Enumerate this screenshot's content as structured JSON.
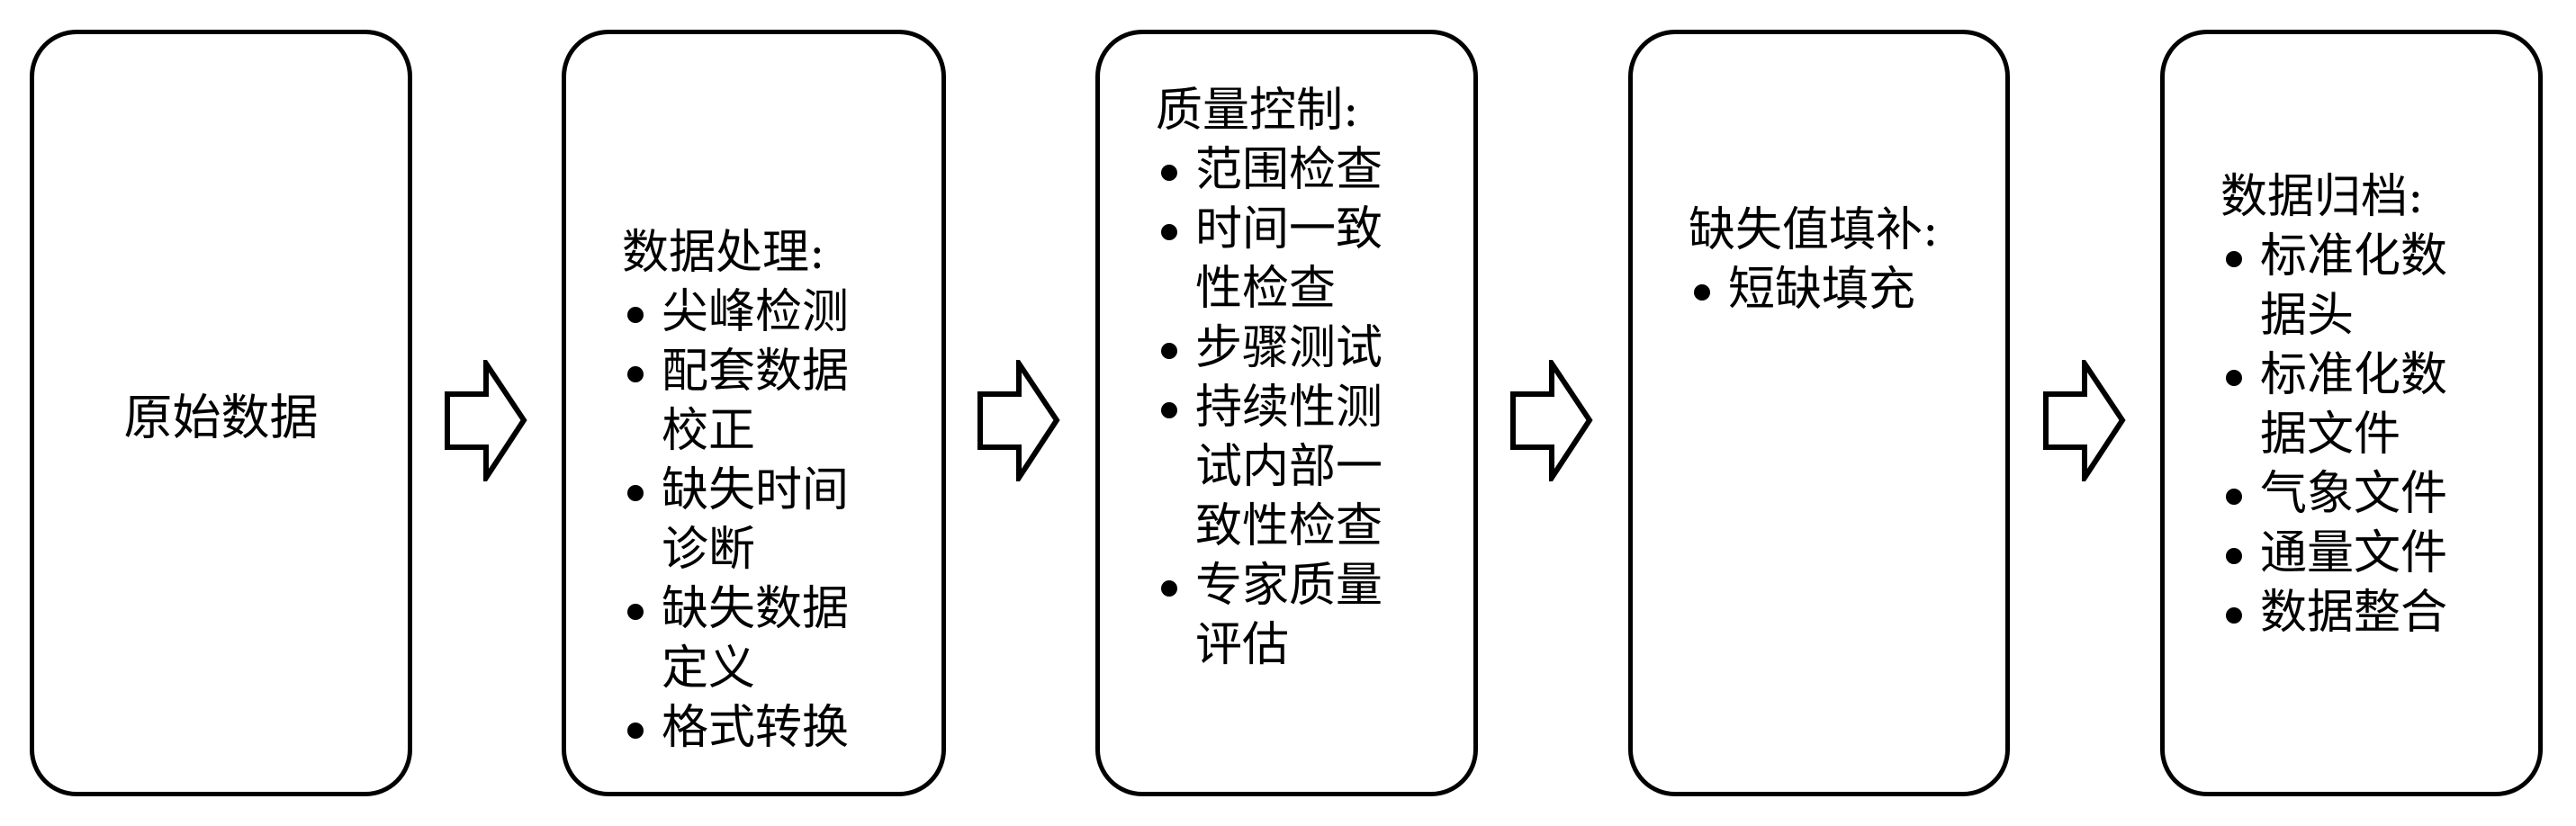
{
  "boxes": [
    {
      "title": "原始数据",
      "items": []
    },
    {
      "title": "数据处理:",
      "items": [
        {
          "lines": [
            "尖峰检测"
          ]
        },
        {
          "lines": [
            "配套数据",
            "校正"
          ]
        },
        {
          "lines": [
            "缺失时间",
            "诊断"
          ]
        },
        {
          "lines": [
            "缺失数据",
            "定义"
          ]
        },
        {
          "lines": [
            "格式转换"
          ]
        }
      ]
    },
    {
      "title": "质量控制:",
      "items": [
        {
          "lines": [
            "范围检查"
          ]
        },
        {
          "lines": [
            "时间一致",
            "性检查"
          ]
        },
        {
          "lines": [
            "步骤测试"
          ]
        },
        {
          "lines": [
            "持续性测",
            "试内部一",
            "致性检查"
          ]
        },
        {
          "lines": [
            "专家质量",
            "评估"
          ]
        }
      ]
    },
    {
      "title": "缺失值填补:",
      "items": [
        {
          "lines": [
            "短缺填充"
          ]
        }
      ]
    },
    {
      "title": "数据归档:",
      "items": [
        {
          "lines": [
            "标准化数",
            "据头"
          ]
        },
        {
          "lines": [
            "标准化数",
            "据文件"
          ]
        },
        {
          "lines": [
            "气象文件"
          ]
        },
        {
          "lines": [
            "通量文件"
          ]
        },
        {
          "lines": [
            "数据整合"
          ]
        }
      ]
    }
  ],
  "arrows": [
    "right-arrow-icon",
    "right-arrow-icon",
    "right-arrow-icon",
    "right-arrow-icon"
  ]
}
